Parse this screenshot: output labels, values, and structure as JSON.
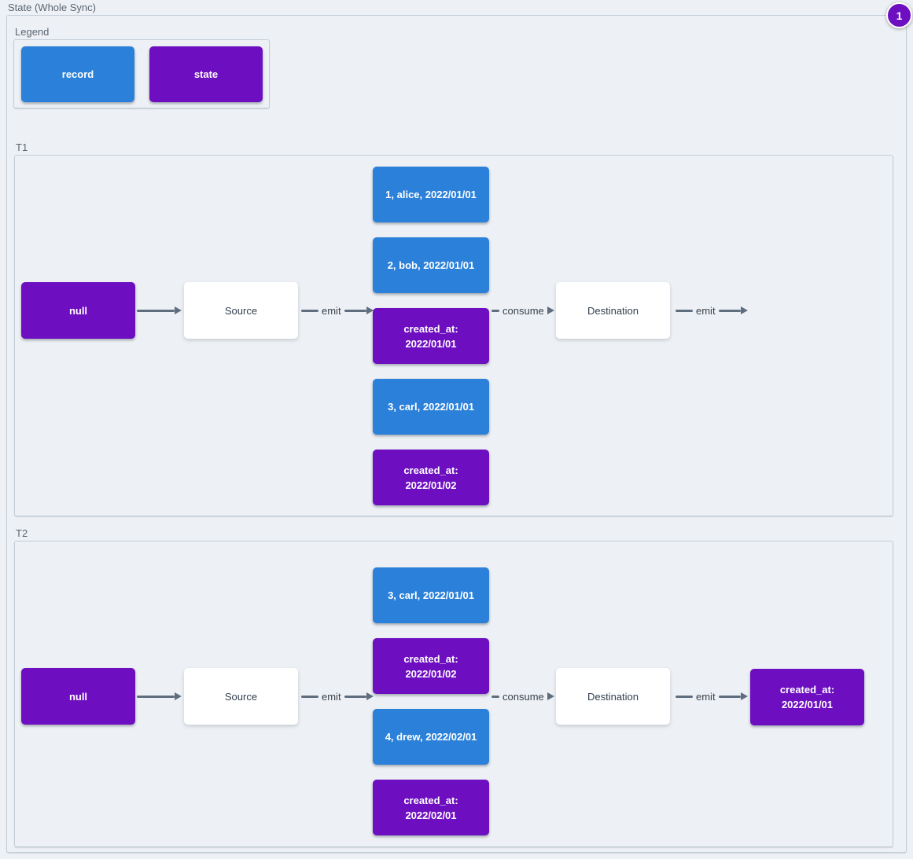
{
  "page": {
    "title": "State (Whole Sync)",
    "badge": "1"
  },
  "colors": {
    "record_blue": "#2b80d9",
    "state_purple": "#6d0fc0",
    "background": "#edf0f4",
    "arrow_gray": "#5f6e7e"
  },
  "legend": {
    "label": "Legend",
    "items": [
      {
        "type": "record",
        "label": "record"
      },
      {
        "type": "state",
        "label": "state"
      }
    ]
  },
  "timelines": [
    {
      "label": "T1",
      "null_label": "null",
      "source_label": "Source",
      "emit_in_label": "emit",
      "consume_label": "consume",
      "destination_label": "Destination",
      "emit_out_label": "emit",
      "stack": [
        {
          "type": "record",
          "line1": "1, alice, 2022/01/01",
          "line2": ""
        },
        {
          "type": "record",
          "line1": "2, bob, 2022/01/01",
          "line2": ""
        },
        {
          "type": "state",
          "line1": "created_at:",
          "line2": "2022/01/01"
        },
        {
          "type": "record",
          "line1": "3, carl, 2022/01/01",
          "line2": ""
        },
        {
          "type": "state",
          "line1": "created_at:",
          "line2": "2022/01/02"
        }
      ]
    },
    {
      "label": "T2",
      "null_label": "null",
      "source_label": "Source",
      "emit_in_label": "emit",
      "consume_label": "consume",
      "destination_label": "Destination",
      "emit_out_label": "emit",
      "stack": [
        {
          "type": "record",
          "line1": "3, carl, 2022/01/01",
          "line2": ""
        },
        {
          "type": "state",
          "line1": "created_at:",
          "line2": "2022/01/02"
        },
        {
          "type": "record",
          "line1": "4, drew, 2022/02/01",
          "line2": ""
        },
        {
          "type": "state",
          "line1": "created_at:",
          "line2": "2022/02/01"
        }
      ],
      "output": {
        "type": "state",
        "line1": "created_at:",
        "line2": "2022/01/01"
      }
    }
  ]
}
